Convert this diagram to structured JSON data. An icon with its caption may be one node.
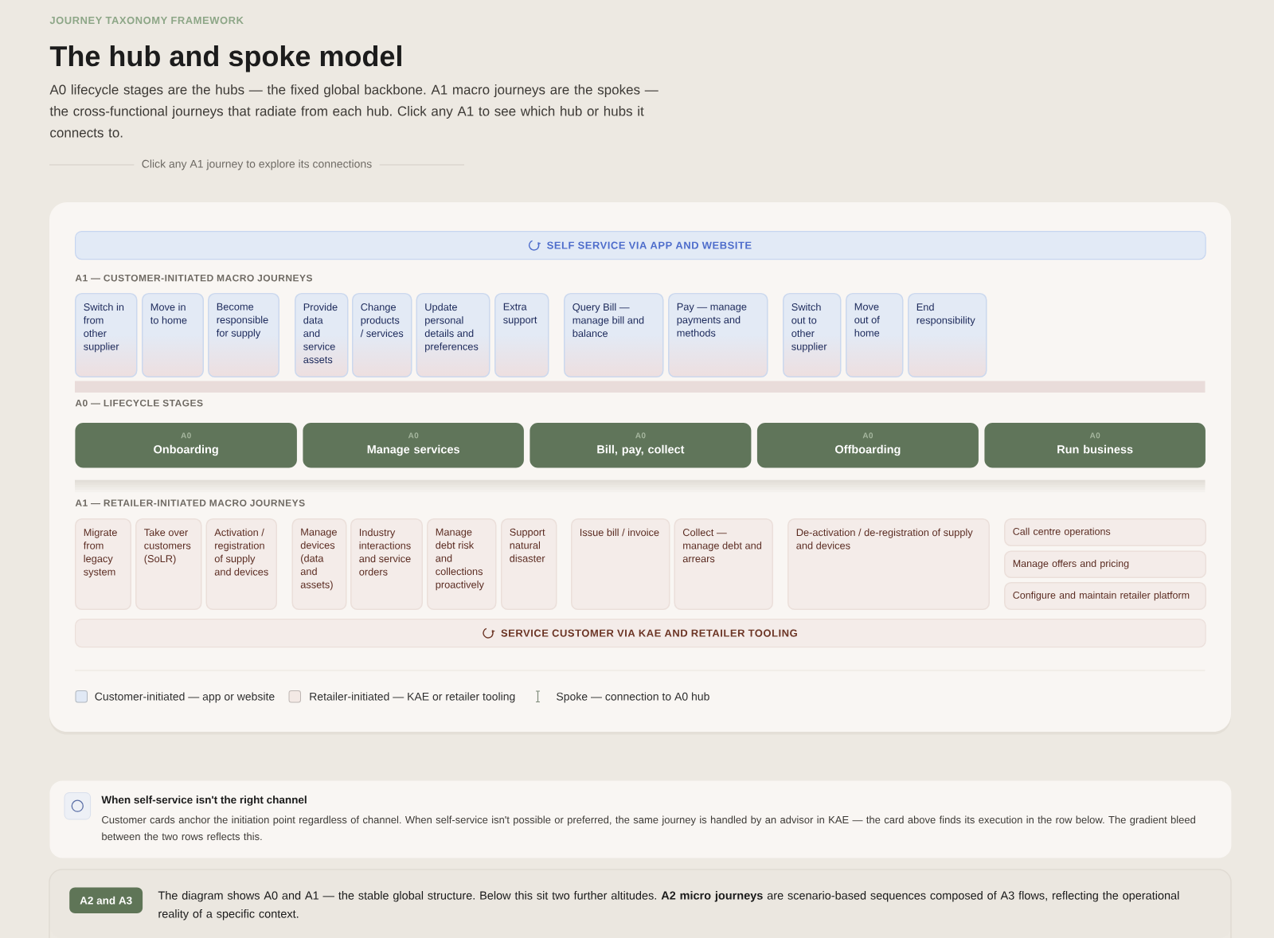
{
  "diagram": {
    "title": "The hub and spoke model",
    "nodes": [
      {
        "text": [
          "SELF SERVICE VIA APP AND WEBSITE"
        ]
      },
      {
        "text": [
          "Switch in from other supplier"
        ]
      },
      {
        "text": [
          "Move in to home"
        ]
      },
      {
        "text": [
          "Become responsible for supply"
        ]
      },
      {
        "text": [
          "Provide data and service assets"
        ]
      },
      {
        "text": [
          "Change products / services"
        ]
      },
      {
        "text": [
          "Update personal details and preferences"
        ]
      },
      {
        "text": [
          "Extra support"
        ]
      },
      {
        "text": [
          "Query Bill — manage bill and balance"
        ]
      },
      {
        "text": [
          "Pay — manage payments and methods"
        ]
      },
      {
        "text": [
          "Switch out to other supplier"
        ]
      },
      {
        "text": [
          "Move out of home"
        ]
      },
      {
        "text": [
          "End responsibility"
        ]
      },
      {
        "text": [
          "A0",
          "Onboarding"
        ]
      },
      {
        "text": [
          "A0",
          "Manage services"
        ]
      },
      {
        "text": [
          "A0",
          "Bill, pay, collect"
        ]
      },
      {
        "text": [
          "A0",
          "Offboarding"
        ]
      },
      {
        "text": [
          "A0",
          "Run business"
        ]
      },
      {
        "text": [
          "Migrate from legacy system"
        ]
      },
      {
        "text": [
          "Take over customers (SoLR)"
        ]
      },
      {
        "text": [
          "Activation / registration of supply and devices"
        ]
      },
      {
        "text": [
          "Manage devices (data and assets)"
        ]
      },
      {
        "text": [
          "Industry interactions and service orders"
        ]
      },
      {
        "text": [
          "Manage debt risk and collections proactively"
        ]
      },
      {
        "text": [
          "Support natural disaster"
        ]
      },
      {
        "text": [
          "Issue bill / invoice"
        ]
      },
      {
        "text": [
          "Collect — manage debt and arrears"
        ]
      },
      {
        "text": [
          "De-activation / de-registration of supply and devices"
        ]
      },
      {
        "text": [
          "Call centre operations"
        ]
      },
      {
        "text": [
          "Manage offers and pricing"
        ]
      },
      {
        "text": [
          "Configure and maintain retailer platform"
        ]
      },
      {
        "text": [
          "SERVICE CUSTOMER VIA KAE AND RETAILER TOOLING"
        ]
      },
      {
        "text": [
          "When self-service isn't the right channel",
          "Customer cards anchor the initiation point regardless of channel. When self-service isn't possible or preferred, the same journey is handled by an advisor in KAE — the card above finds its execution in the row below. The gradient bleed between the two rows reflects this."
        ]
      },
      {
        "text": [
          "The diagram shows A0 and A1 — the stable global structure. Below this sit two further altitudes. **A2 micro journeys** are scenario-based sequences composed of A3 flows, reflecting the operational reality of a specific context."
        ]
      },
      {
        "text": [
          "A2 and A3"
        ],
        "in": 33
      }
    ],
    "labels": [
      "JOURNEY TAXONOMY FRAMEWORK",
      "A0 lifecycle stages are the hubs — the fixed global backbone. A1 macro journeys are the spokes — the cross-functional journeys that radiate from each hub. Click any A1 to see which hub or hubs it connects to.",
      "Click any A1 journey to explore its connections",
      "A1 — CUSTOMER-INITIATED MACRO JOURNEYS",
      "A0 — LIFECYCLE STAGES",
      "A1 — RETAILER-INITIATED MACRO JOURNEYS"
    ],
    "legend": [
      {
        "text": "Customer-initiated — app or website",
        "color": "#e1e9f5"
      },
      {
        "text": "Retailer-initiated — KAE or retailer tooling",
        "color": "#f3e9e5"
      },
      {
        "text": "Spoke — connection to A0 hub"
      }
    ]
  }
}
